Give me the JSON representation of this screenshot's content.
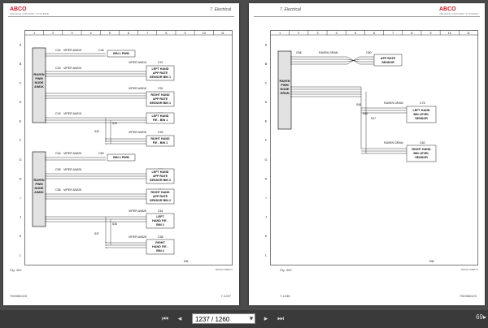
{
  "left_page": {
    "logo": "ABCO",
    "logo_sub": "VEHICLE CONTROL SYSTEMS",
    "section": "7. Electrical",
    "figure_label": "Fig. 492",
    "figure_code": "8P5A0718B572",
    "footer_left": "79035602/0",
    "footer_right": "7-1237",
    "columns": [
      "1",
      "2",
      "3",
      "4",
      "5",
      "6",
      "7",
      "8",
      "9",
      "10",
      "11"
    ],
    "rows": [
      "A",
      "B",
      "C",
      "D",
      "E",
      "F",
      "G",
      "H",
      "I",
      "J",
      "K",
      "L"
    ],
    "module1": [
      "RAVEN",
      "PWM",
      "NODE",
      "A/M1K"
    ],
    "module2": [
      "RAVEN",
      "PWM",
      "NODE",
      "A/M2K"
    ],
    "connectors": [
      "C42",
      "VIPER A/M1K",
      "C46",
      "BIN 1 PWM",
      "VIPER A/M1K",
      "C47",
      "C43",
      "VIPER A/M1K",
      "LEFT HAND",
      "APP RATE",
      "SENSOR BIN 1",
      "VIPER A/M1K",
      "C51",
      "RIGHT HAND",
      "APP RATE",
      "SENSOR BIN 1",
      "C43",
      "VIPER A/M1K",
      "C49",
      "LEFT HAND",
      "F/E - BIN 1",
      "S29",
      "S30",
      "VIPER A/M1K",
      "C53",
      "RIGHT HAND",
      "F/E - BIN 1",
      "C54",
      "VIPER A/M2K",
      "C60",
      "BIN 2 PWM",
      "C55",
      "VIPER A/M2K",
      "C62",
      "LEFT HAND",
      "APP RATE",
      "SENSOR BIN 2",
      "C56",
      "VIPER A/M2K",
      "C59",
      "RIGHT HAND",
      "APP RATE",
      "SENSOR BIN 2",
      "VIPER A/M2K",
      "C61",
      "LEFT",
      "HAND F/E -",
      "BIN 2",
      "S36",
      "S37",
      "VIPER A/M2K",
      "C58",
      "RIGHT",
      "HAND F/E -",
      "BIN 2",
      "D6L"
    ]
  },
  "right_page": {
    "logo": "ABCO",
    "logo_sub": "VEHICLE CONTROL SYSTEMS",
    "section": "7. Electrical",
    "figure_label": "Fig. 493",
    "figure_code": "8P5A0718B573",
    "footer_left": "7-1238",
    "footer_right": "79035602/0",
    "columns": [
      "1",
      "2",
      "3",
      "4",
      "5",
      "6",
      "7",
      "8",
      "9",
      "10",
      "11"
    ],
    "rows": [
      "A",
      "B",
      "C",
      "D",
      "E",
      "F",
      "G",
      "H",
      "I",
      "J",
      "K",
      "L"
    ],
    "module": [
      "RAVEN",
      "PWM",
      "NODE",
      "GRAN"
    ],
    "connectors": [
      "C68",
      "RAVEN GRAN",
      "C80",
      "APP RATE",
      "SENSOR",
      "S48",
      "RAVEN GRAN",
      "C75",
      "S46",
      "LEFT HAND",
      "BIN LEVEL",
      "SENSOR",
      "S47",
      "RAVEN GRAN",
      "C82",
      "RIGHT HAND",
      "BIN LEVEL",
      "SENSOR",
      "D6L"
    ]
  },
  "toolbar": {
    "page_value": "1237 / 1260",
    "zoom_value": "69",
    "first_icon": "first-page-icon",
    "prev_icon": "previous-page-icon",
    "next_icon": "next-page-icon",
    "last_icon": "last-page-icon",
    "next_glyph": "▸",
    "prev_glyph": "◂",
    "first_glyph": "⏮",
    "last_glyph": "⏭",
    "dropdown_glyph": "▾",
    "zoom_glyph": "▸"
  },
  "colors": {
    "background": "#4b4b4b",
    "page": "#ffffff",
    "logo_red": "#c0202a",
    "wire": "#222222"
  }
}
